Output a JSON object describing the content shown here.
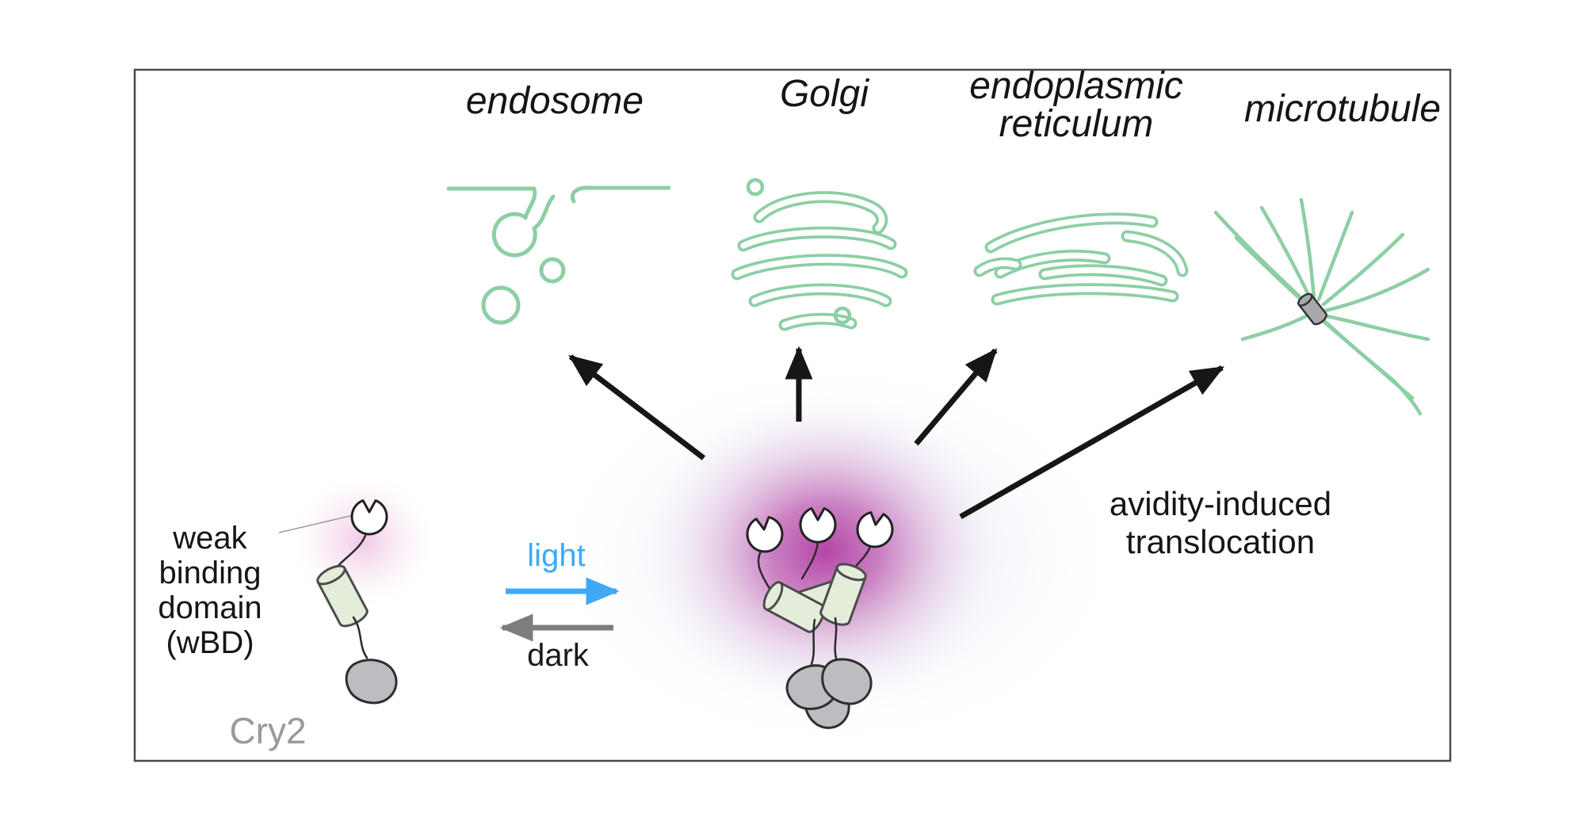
{
  "figure": {
    "organelles": {
      "endosome": "endosome",
      "golgi": "Golgi",
      "er_line1": "endoplasmic",
      "er_line2": "reticulum",
      "microtubule": "microtubule"
    },
    "left_molecule": {
      "wbd_line1": "weak",
      "wbd_line2": "binding",
      "wbd_line3": "domain",
      "wbd_line4": "(wBD)",
      "cry2": "Cry2"
    },
    "switch": {
      "light": "light",
      "dark": "dark"
    },
    "annotation": {
      "line1": "avidity-induced",
      "line2": "translocation"
    },
    "colors": {
      "organelle_green": "#8ccfa4",
      "cluster_magenta": "#b23ca3",
      "light_blue": "#3fa9f5",
      "dark_gray": "#7d7d7d",
      "cry2_gray": "#9a9a9a",
      "cylinder_green": "#e3edda",
      "blob_gray": "#bdbdc1"
    }
  }
}
